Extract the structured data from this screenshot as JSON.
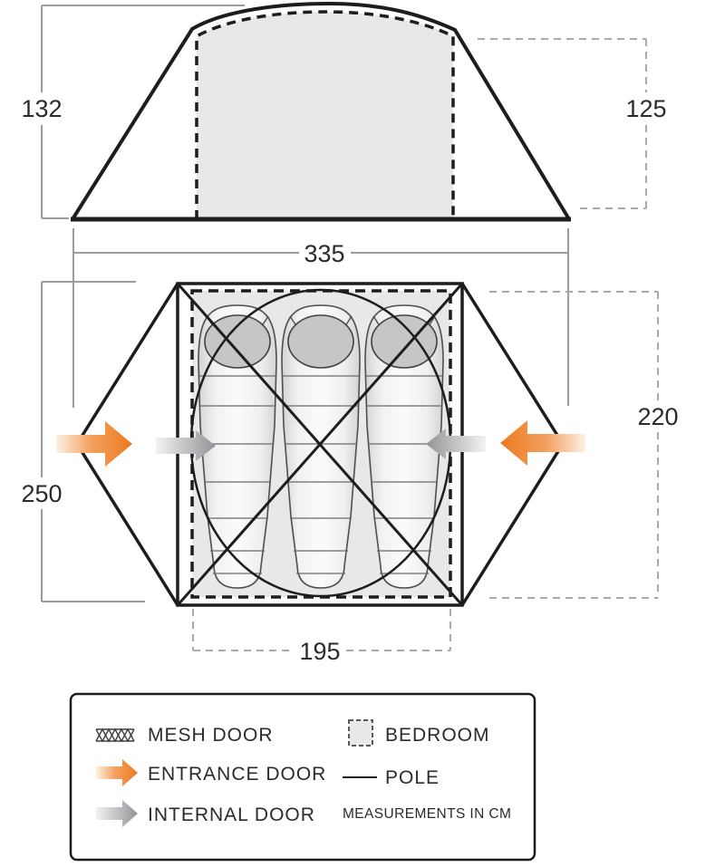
{
  "side_view": {
    "outer_height_cm": "132",
    "inner_height_cm": "125",
    "total_width_cm": "335"
  },
  "floor_plan": {
    "total_depth_cm": "250",
    "inner_depth_cm": "220",
    "bedroom_width_cm": "195",
    "sleeping_bag_count": 3
  },
  "legend": {
    "mesh_door_label": "MESH DOOR",
    "entrance_door_label": "ENTRANCE DOOR",
    "internal_door_label": "INTERNAL DOOR",
    "bedroom_label": "BEDROOM",
    "pole_label": "POLE",
    "note": "MEASUREMENTS IN CM"
  },
  "colors": {
    "entrance_arrow_orange": "#ED7B21",
    "internal_arrow_gray": "#98999B",
    "bedroom_fill": "#E9E7E8",
    "outline_black": "#1E1C1D",
    "dimension_gray": "#9B9B9B"
  }
}
